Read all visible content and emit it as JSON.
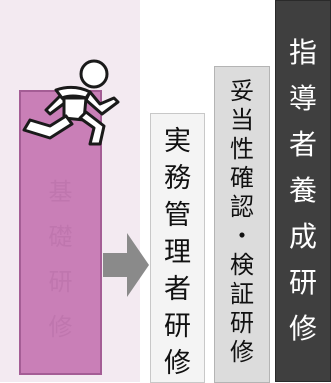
{
  "columns": {
    "basic": {
      "chars": [
        "基",
        "礎",
        "研",
        "修"
      ]
    },
    "practice": {
      "chars": [
        "実",
        "務",
        "管",
        "理",
        "者",
        "研",
        "修"
      ]
    },
    "validity": {
      "chars": [
        "妥",
        "当",
        "性",
        "確",
        "認",
        "・",
        "検",
        "証",
        "研",
        "修"
      ]
    },
    "leader": {
      "chars": [
        "指",
        "導",
        "者",
        "養",
        "成",
        "研",
        "修"
      ]
    }
  },
  "colors": {
    "basic_fill": "#c97fb7",
    "practice_fill": "#f4f4f4",
    "validity_fill": "#dcdcdc",
    "leader_fill": "#3f3f3f",
    "arrow": "#8a8a8a",
    "left_background": "#f3eaf1"
  },
  "icons": {
    "runner": "running-figure-icon",
    "arrow": "arrow-right-icon"
  }
}
